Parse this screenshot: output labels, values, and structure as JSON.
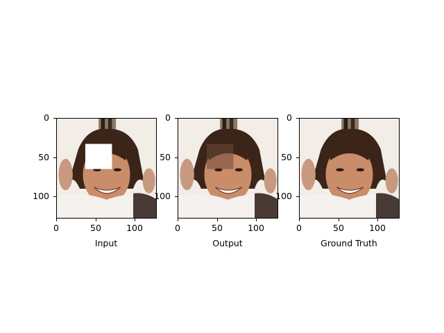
{
  "panels": [
    {
      "caption": "Input",
      "has_mask": true,
      "blurred_patch": false,
      "yticks": [
        "0",
        "50",
        "100"
      ],
      "xticks": [
        "0",
        "50",
        "100"
      ]
    },
    {
      "caption": "Output",
      "has_mask": false,
      "blurred_patch": true,
      "yticks": [
        "0",
        "50",
        "100"
      ],
      "xticks": [
        "0",
        "50",
        "100"
      ]
    },
    {
      "caption": "Ground Truth",
      "has_mask": false,
      "blurred_patch": false,
      "yticks": [
        "0",
        "50",
        "100"
      ],
      "xticks": [
        "0",
        "50",
        "100"
      ]
    }
  ],
  "colors": {
    "background": "#ffffff",
    "axis": "#000000",
    "hair": "#3b2418",
    "skin": "#c98d6a",
    "shirt": "#f4f1ee",
    "mask": "#ffffff"
  }
}
